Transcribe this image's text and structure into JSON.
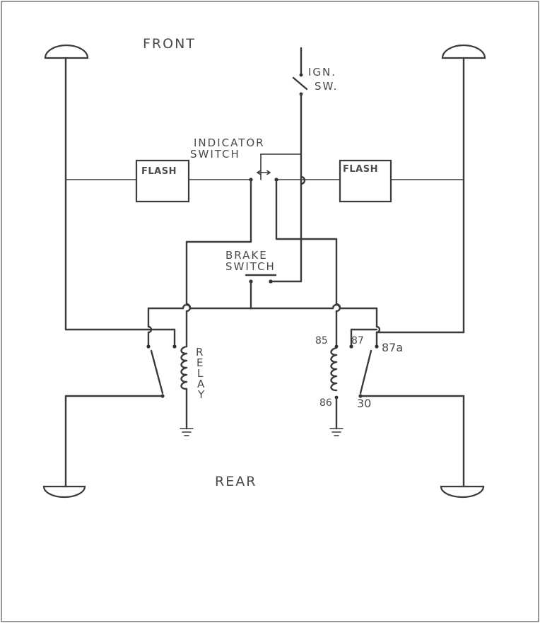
{
  "labels": {
    "front": "FRONT",
    "rear": "REAR",
    "ign_line1": "IGN.",
    "ign_line2": "SW.",
    "indicator_line1": "INDICATOR",
    "indicator_line2": "SWITCH",
    "brake_line1": "BRAKE",
    "brake_line2": "SWITCH",
    "flash_left": "FLASH",
    "flash_right": "FLASH",
    "relay_letters": [
      "R",
      "E",
      "L",
      "A",
      "Y"
    ],
    "pin_85": "85",
    "pin_86": "86",
    "pin_87": "87",
    "pin_87a": "87a",
    "pin_30": "30"
  },
  "colors": {
    "ink": "#3a3a3a",
    "paper": "#ffffff"
  }
}
